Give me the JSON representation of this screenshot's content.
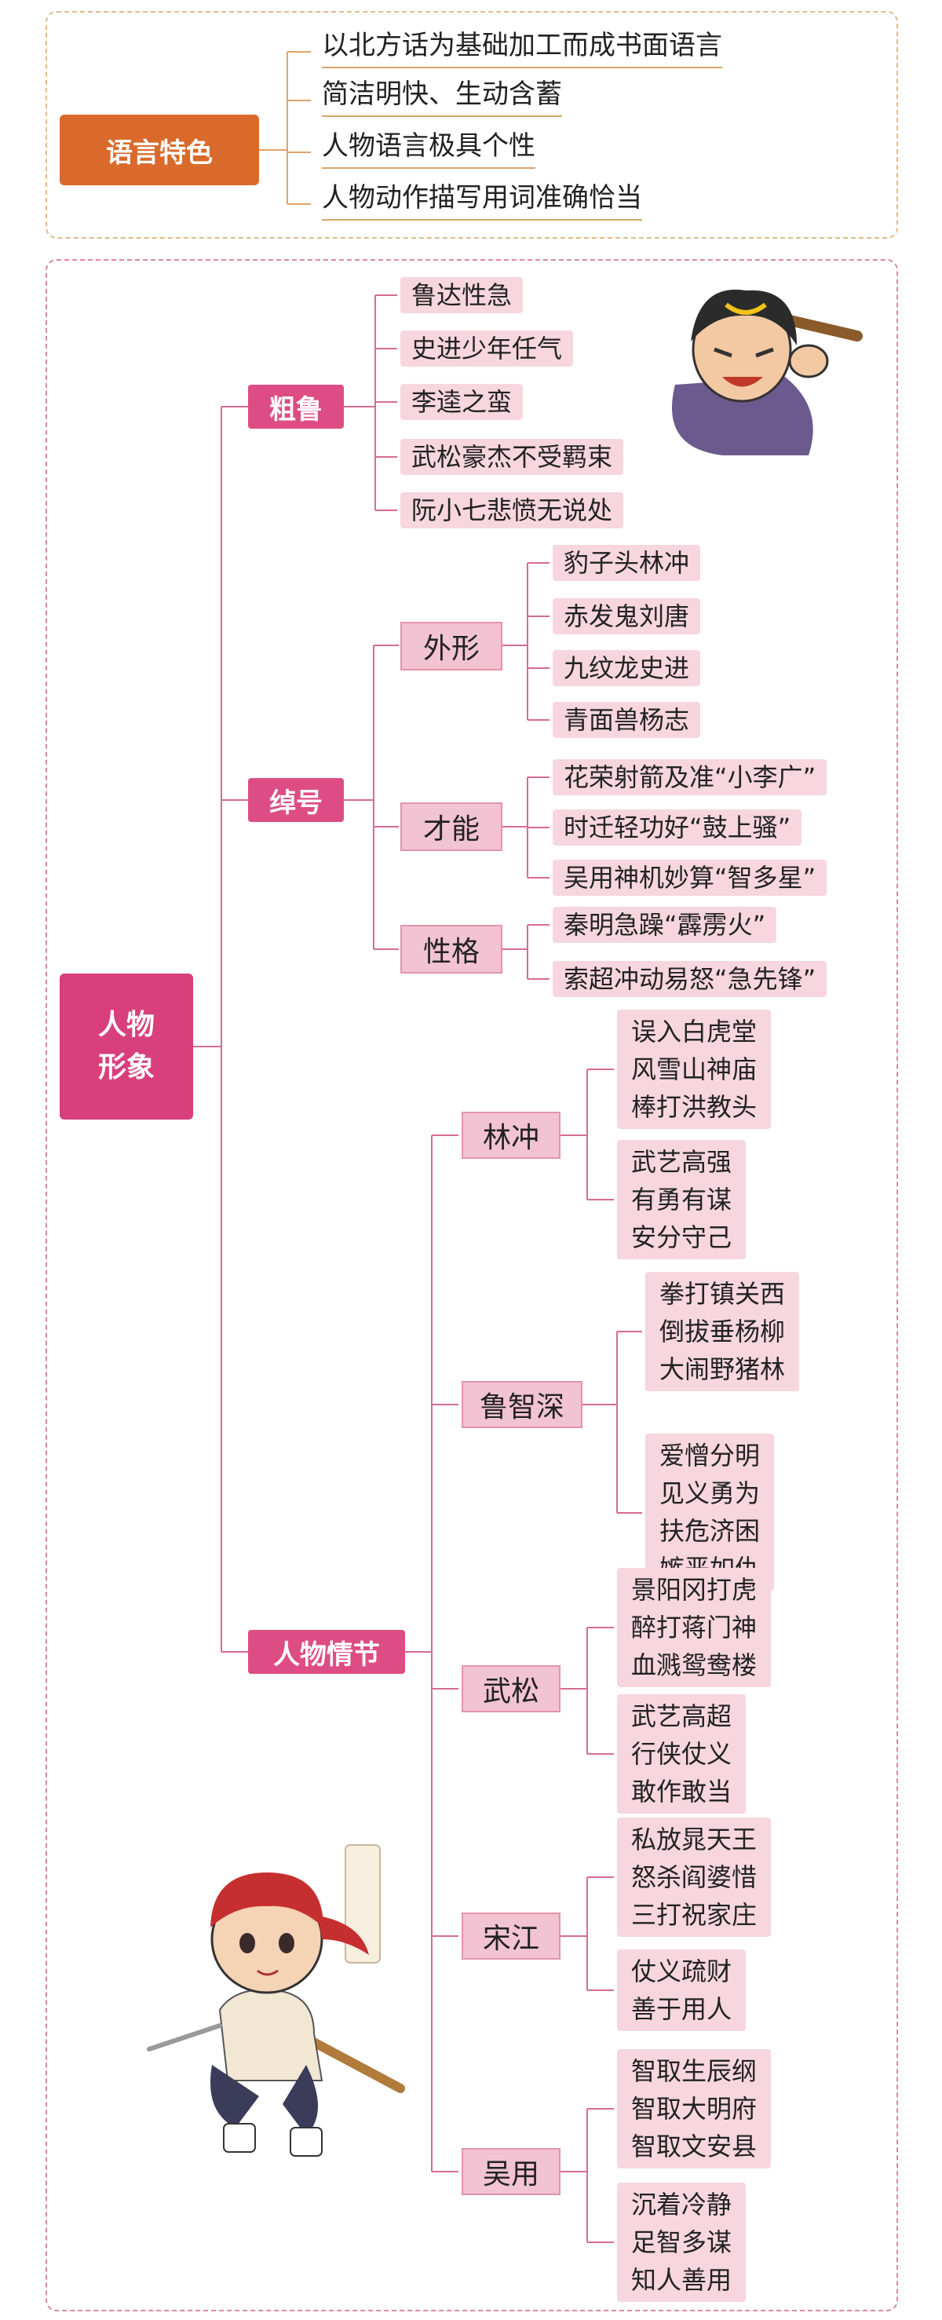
{
  "lang": {
    "title": "语言特色",
    "items": [
      "以北方话为基础加工而成书面语言",
      "简洁明快、生动含蓄",
      "人物语言极具个性",
      "人物动作描写用词准确恰当"
    ]
  },
  "root": {
    "line1": "人物",
    "line2": "形象"
  },
  "cu": {
    "label": "粗鲁",
    "items": [
      "鲁达性急",
      "史进少年任气",
      "李逵之蛮",
      "武松豪杰不受羁束",
      "阮小七悲愤无说处"
    ]
  },
  "ch": {
    "label": "绰号",
    "waixing": {
      "label": "外形",
      "items": [
        "豹子头林冲",
        "赤发鬼刘唐",
        "九纹龙史进",
        "青面兽杨志"
      ]
    },
    "caineng": {
      "label": "才能",
      "items": [
        "花荣射箭及准“小李广”",
        "时迁轻功好“鼓上骚”",
        "吴用神机妙算“智多星”"
      ]
    },
    "xingge": {
      "label": "性格",
      "items": [
        "秦明急躁“霹雳火”",
        "索超冲动易怒“急先锋”"
      ]
    }
  },
  "qj": {
    "label": "人物情节",
    "linchong": {
      "label": "林冲",
      "a": [
        "误入白虎堂",
        "风雪山神庙",
        "棒打洪教头"
      ],
      "b": [
        "武艺高强",
        "有勇有谋",
        "安分守己"
      ]
    },
    "luzhishen": {
      "label": "鲁智深",
      "a": [
        "拳打镇关西",
        "倒拔垂杨柳",
        "大闹野猪林"
      ],
      "b": [
        "爱憎分明",
        "见义勇为",
        "扶危济困",
        "嫉恶如仇"
      ]
    },
    "wusong": {
      "label": "武松",
      "a": [
        "景阳冈打虎",
        "醉打蒋门神",
        "血溅鸳鸯楼"
      ],
      "b": [
        "武艺高超",
        "行侠仗义",
        "敢作敢当"
      ]
    },
    "songjiang": {
      "label": "宋江",
      "a": [
        "私放晁天王",
        "怒杀阎婆惜",
        "三打祝家庄"
      ],
      "b": [
        "仗义疏财",
        "善于用人"
      ]
    },
    "wuyong": {
      "label": "吴用",
      "a": [
        "智取生辰纲",
        "智取大明府",
        "智取文安县"
      ],
      "b": [
        "沉着冷静",
        "足智多谋",
        "知人善用"
      ]
    }
  },
  "colors": {
    "orange": "#d96a2b",
    "pink": "#dd4d83",
    "line": "#d76b93",
    "lightpink": "#f7d6e0"
  }
}
